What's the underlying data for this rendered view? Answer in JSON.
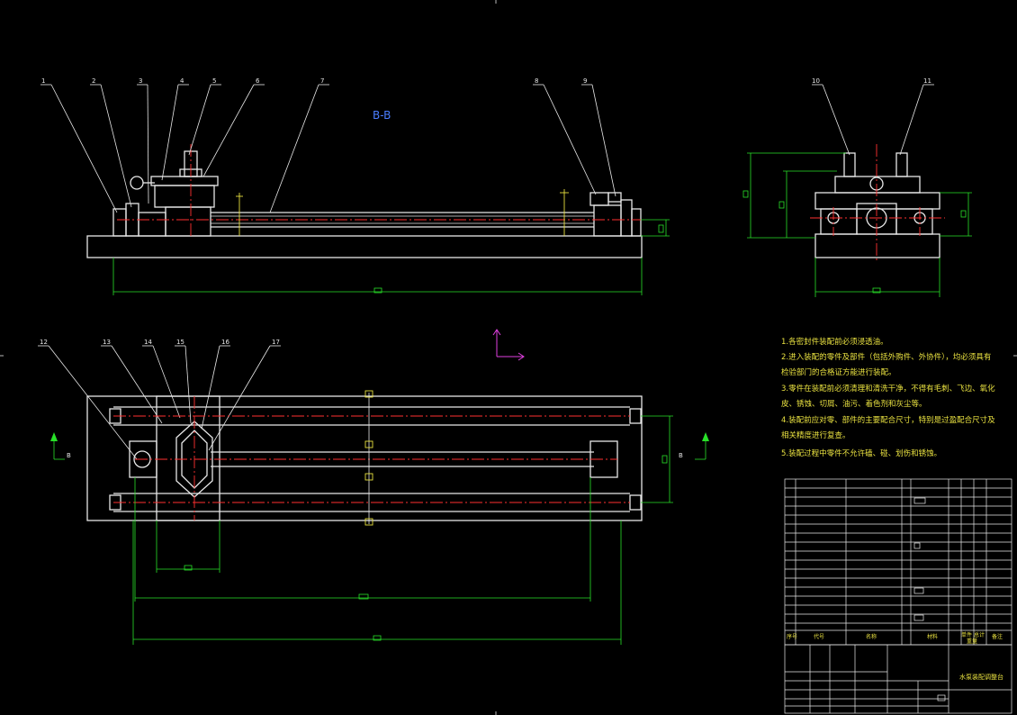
{
  "drawing": {
    "section_label": "B-B",
    "view_markers": [
      "B",
      "B"
    ],
    "balloons_top": [
      "1",
      "2",
      "3",
      "4",
      "5",
      "6",
      "7",
      "8",
      "9"
    ],
    "balloons_side": [
      "10",
      "11"
    ],
    "balloons_plan": [
      "12",
      "13",
      "14",
      "15",
      "16",
      "17"
    ]
  },
  "notes": [
    "1.各密封件装配前必须浸透油。",
    "2.进入装配的零件及部件（包括外购件、外协件），均必须具有",
    "检验部门的合格证方能进行装配。",
    "3.零件在装配前必须清理和清洗干净，不得有毛刺、飞边、氧化",
    "皮、锈蚀、切屑、油污、着色剂和灰尘等。",
    "4.装配前应对零、部件的主要配合尺寸，特别是过盈配合尺寸及",
    "相关精度进行复查。",
    "5.装配过程中零件不允许磕、碰、划伤和锈蚀。"
  ],
  "title_block": {
    "headers": [
      "序号",
      "代号",
      "名称",
      "材料",
      "单件",
      "总计",
      "备注"
    ],
    "weight_label": "重量",
    "title": "水泵装配调整台"
  },
  "colors": {
    "outline": "#e8e8e8",
    "dimension": "#28e028",
    "centerline": "#ff3030",
    "text": "#e8e040",
    "section": "#4a7dff",
    "ucs": "#e040e0"
  }
}
